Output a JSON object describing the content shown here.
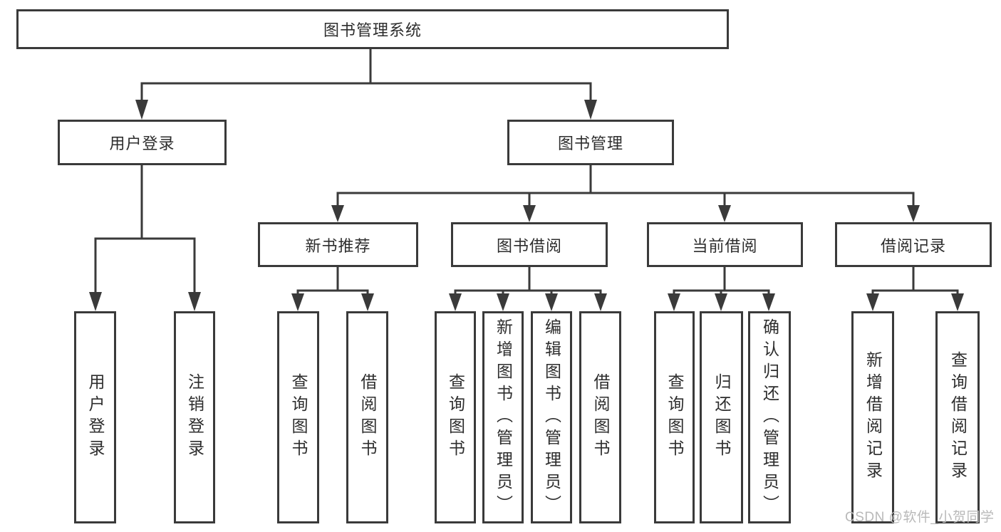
{
  "title": "图书管理系统",
  "watermark": "CSDN @软件_小贺同学",
  "nodes": {
    "root": "图书管理系统",
    "user_login": "用户登录",
    "book_mgmt": "图书管理",
    "new_rec": "新书推荐",
    "book_borrow": "图书借阅",
    "current_borrow": "当前借阅",
    "borrow_records": "借阅记录",
    "leaf_user_login": "用户登录",
    "leaf_logout": "注销登录",
    "leaf_query_book_rec": "查询图书",
    "leaf_borrow_book_rec": "借阅图书",
    "leaf_query_book_borrow": "查询图书",
    "leaf_add_book": "新增图书（管理员）",
    "leaf_edit_book": "编辑图书（管理员）",
    "leaf_borrow_book_borrow": "借阅图书",
    "leaf_query_book_current": "查询图书",
    "leaf_return_book": "归还图书",
    "leaf_confirm_return": "确认归还（管理员）",
    "leaf_add_record": "新增借阅记录",
    "leaf_query_record": "查询借阅记录"
  },
  "hierarchy": {
    "label": "图书管理系统",
    "children": [
      {
        "label": "用户登录",
        "children": [
          {
            "label": "用户登录"
          },
          {
            "label": "注销登录"
          }
        ]
      },
      {
        "label": "图书管理",
        "children": [
          {
            "label": "新书推荐",
            "children": [
              {
                "label": "查询图书"
              },
              {
                "label": "借阅图书"
              }
            ]
          },
          {
            "label": "图书借阅",
            "children": [
              {
                "label": "查询图书"
              },
              {
                "label": "新增图书（管理员）"
              },
              {
                "label": "编辑图书（管理员）"
              },
              {
                "label": "借阅图书"
              }
            ]
          },
          {
            "label": "当前借阅",
            "children": [
              {
                "label": "查询图书"
              },
              {
                "label": "归还图书"
              },
              {
                "label": "确认归还（管理员）"
              }
            ]
          },
          {
            "label": "借阅记录",
            "children": [
              {
                "label": "新增借阅记录"
              },
              {
                "label": "查询借阅记录"
              }
            ]
          }
        ]
      }
    ]
  },
  "colors": {
    "line": "#3a3a3a",
    "text": "#2d2d2d",
    "watermark_text": "#b9b9b9",
    "background": "#ffffff"
  }
}
